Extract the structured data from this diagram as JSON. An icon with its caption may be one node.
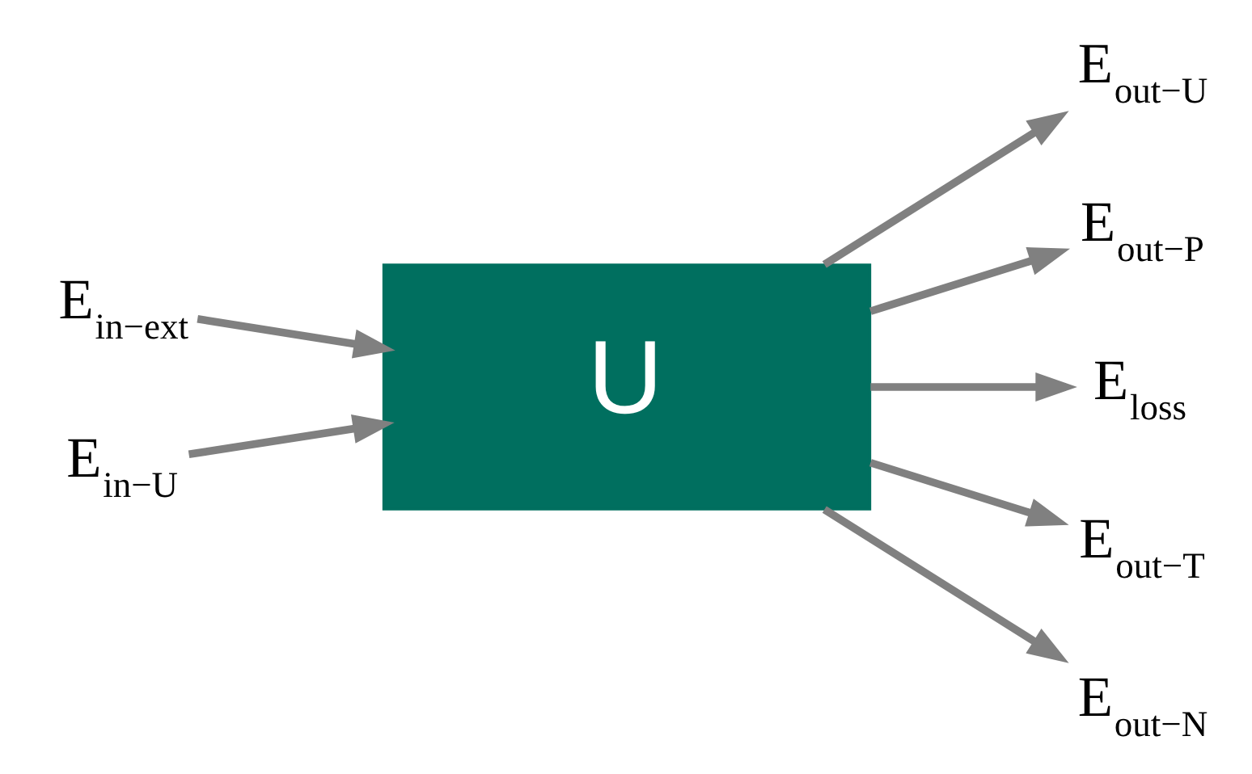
{
  "diagram": {
    "nodes": [
      {
        "text": [
          "U"
        ]
      },
      {
        "text": [
          "E$_{in−ext}$"
        ]
      },
      {
        "text": [
          "E$_{in−U}$"
        ]
      },
      {
        "text": [
          "E$_{out−U}$"
        ]
      },
      {
        "text": [
          "E$_{out−P}$"
        ]
      },
      {
        "text": [
          "E$_{loss}$"
        ]
      },
      {
        "text": [
          "E$_{out−T}$"
        ]
      },
      {
        "text": [
          "E$_{out−N}$"
        ]
      }
    ],
    "edges": [
      {
        "from": 1,
        "to": 0,
        "arrow": "to"
      },
      {
        "from": 2,
        "to": 0,
        "arrow": "to"
      },
      {
        "from": 0,
        "to": 3,
        "arrow": "to"
      },
      {
        "from": 0,
        "to": 4,
        "arrow": "to"
      },
      {
        "from": 0,
        "to": 5,
        "arrow": "to"
      },
      {
        "from": 0,
        "to": 6,
        "arrow": "to"
      },
      {
        "from": 0,
        "to": 7,
        "arrow": "to"
      }
    ]
  }
}
